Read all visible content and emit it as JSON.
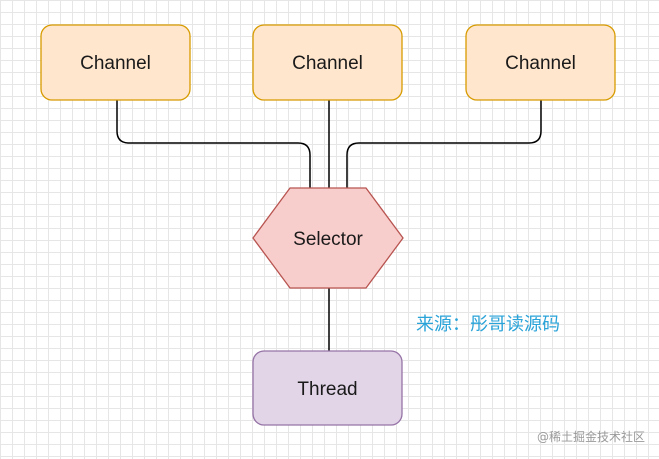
{
  "diagram": {
    "nodes": {
      "channel_left": {
        "label": "Channel",
        "fill": "#ffe6cc",
        "stroke": "#d79b00"
      },
      "channel_center": {
        "label": "Channel",
        "fill": "#ffe6cc",
        "stroke": "#d79b00"
      },
      "channel_right": {
        "label": "Channel",
        "fill": "#ffe6cc",
        "stroke": "#d79b00"
      },
      "selector": {
        "label": "Selector",
        "fill": "#f8cecc",
        "stroke": "#b85450"
      },
      "thread": {
        "label": "Thread",
        "fill": "#e1d5e7",
        "stroke": "#9673a6"
      }
    },
    "edges": [
      {
        "from": "channel_left",
        "to": "selector"
      },
      {
        "from": "channel_center",
        "to": "selector"
      },
      {
        "from": "channel_right",
        "to": "selector"
      },
      {
        "from": "selector",
        "to": "thread"
      }
    ]
  },
  "annotation": {
    "source_text": "来源：彤哥读源码",
    "color": "#2aa3d8"
  },
  "watermark": {
    "text": "@稀土掘金技术社区"
  }
}
